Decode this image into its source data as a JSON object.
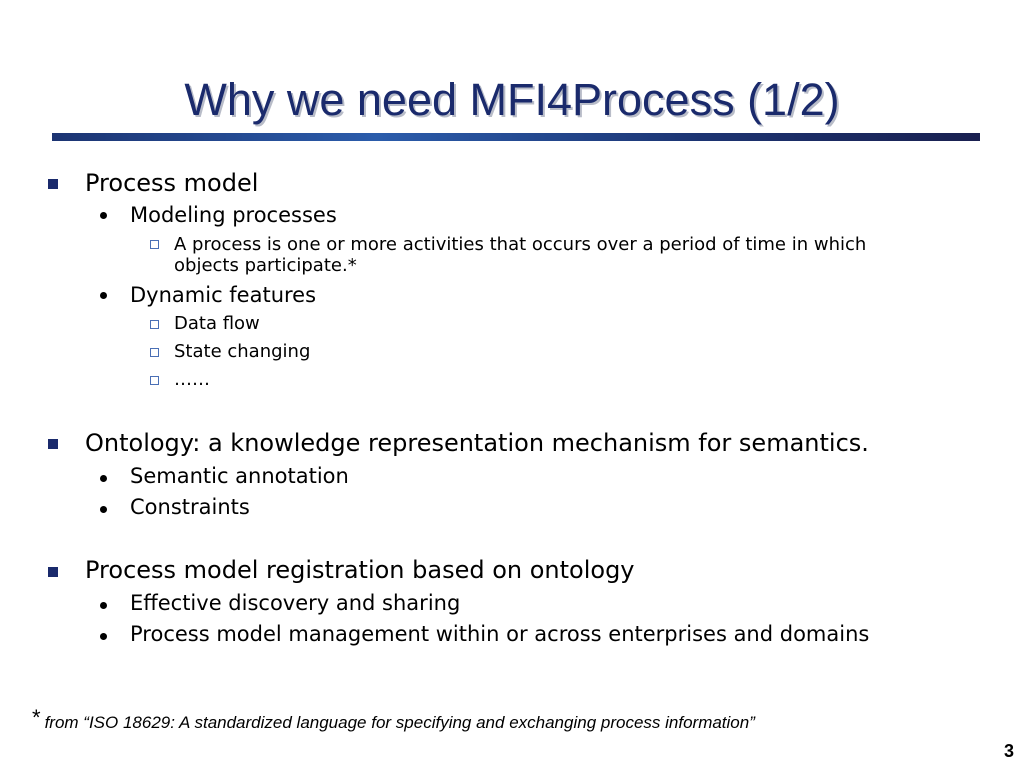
{
  "slide": {
    "title": "Why we need MFI4Process (1/2)",
    "sections": [
      {
        "text": "Process model",
        "children": [
          {
            "text": "Modeling processes",
            "children": [
              {
                "text": "A process is one or more activities that occurs over a period of time in which",
                "continuation": "objects participate.*"
              }
            ]
          },
          {
            "text": "Dynamic features",
            "children": [
              {
                "text": "Data flow"
              },
              {
                "text": "State changing"
              },
              {
                "text": "……"
              }
            ]
          }
        ]
      },
      {
        "text": "Ontology: a knowledge representation mechanism for semantics.",
        "children": [
          {
            "text": "Semantic annotation"
          },
          {
            "text": "Constraints"
          }
        ]
      },
      {
        "text": "Process model registration based on ontology",
        "children": [
          {
            "text": "Effective discovery and sharing"
          },
          {
            "text": "Process model management within or across enterprises and domains"
          }
        ]
      }
    ],
    "footnote": {
      "marker": "*",
      "text": "from “ISO 18629: A standardized language for specifying and exchanging process information”"
    },
    "page_number": "3",
    "colors": {
      "title": "#1a2a6c",
      "rule": "#2b5cab",
      "square_bullet": "#1a2a6c",
      "hollow_bullet": "#4a6fb5"
    }
  }
}
